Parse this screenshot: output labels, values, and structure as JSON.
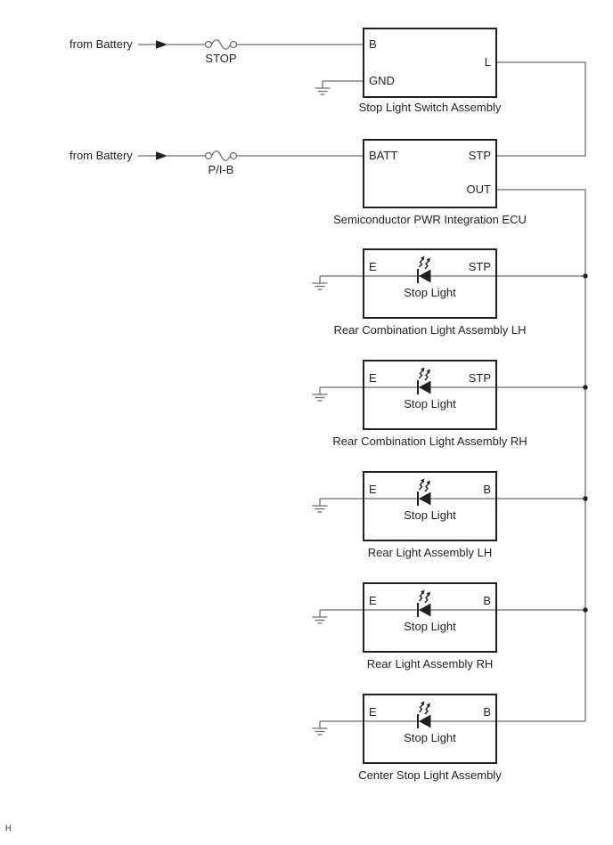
{
  "diagram": {
    "title_hint": "stop light wiring diagram",
    "footer": "H",
    "colors": {
      "background": "#ffffff",
      "wire": "#6d6e71",
      "outline": "#231f20",
      "text": "#231f20"
    },
    "row1": {
      "source": "from Battery",
      "fuse": "STOP"
    },
    "row2": {
      "source": "from Battery",
      "fuse": "P/I-B"
    },
    "box1": {
      "caption": "Stop Light Switch Assembly",
      "t_b": "B",
      "t_gnd": "GND",
      "t_l": "L"
    },
    "box2": {
      "caption": "Semiconductor PWR Integration ECU",
      "t_batt": "BATT",
      "t_stp": "STP",
      "t_out": "OUT"
    },
    "lamps": [
      {
        "caption": "Rear Combination Light Assembly LH",
        "t_left": "E",
        "t_right": "STP",
        "inner": "Stop Light"
      },
      {
        "caption": "Rear Combination Light Assembly RH",
        "t_left": "E",
        "t_right": "STP",
        "inner": "Stop Light"
      },
      {
        "caption": "Rear Light Assembly LH",
        "t_left": "E",
        "t_right": "B",
        "inner": "Stop Light"
      },
      {
        "caption": "Rear Light Assembly RH",
        "t_left": "E",
        "t_right": "B",
        "inner": "Stop Light"
      },
      {
        "caption": "Center Stop Light Assembly",
        "t_left": "E",
        "t_right": "B",
        "inner": "Stop Light"
      }
    ]
  }
}
